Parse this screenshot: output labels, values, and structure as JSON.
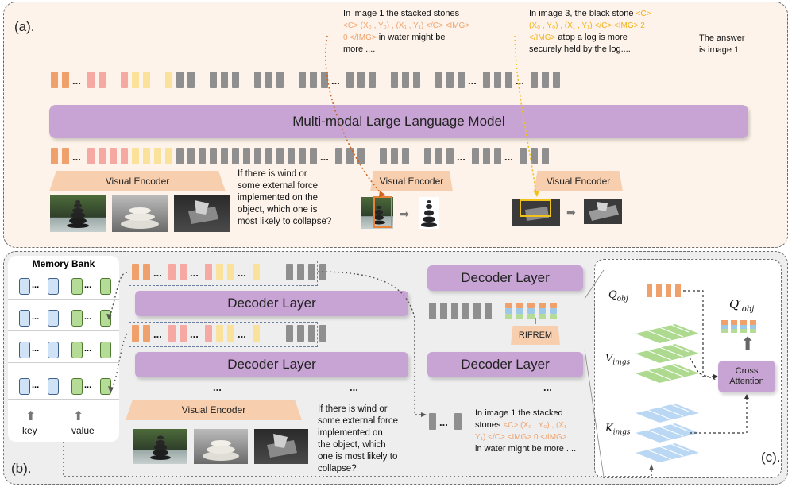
{
  "panel_a": {
    "label": "(a).",
    "mllm_label": "Multi-modal Large Language Model",
    "encoder_label": "Visual Encoder",
    "question": [
      "If there is wind or",
      "some external force",
      "implemented on the",
      "object, which one is",
      "most likely to collapse?"
    ],
    "annot1": {
      "line1": "In image 1 the stacked stones",
      "line2": "<C> (X₀ , Y₀) , (X₁ , Y₁) </C> <IMG>",
      "line3a": "0 </IMG>",
      "line3b": " in water might be",
      "line4": "more ...."
    },
    "annot2": {
      "line1a": "In image 3, the black stone ",
      "line1b": "<C>",
      "line2": "(X₀ , Y₀) , (X₁ , Y₁) </C> <IMG> 2",
      "line3a": "</IMG>",
      "line3b": " atop a log is more",
      "line4": "securely held by the log...."
    },
    "answer": [
      "The  answer",
      "is image 1."
    ],
    "ellipsis": "..."
  },
  "panel_b": {
    "label": "(b).",
    "memory_bank_title": "Memory Bank",
    "key_label": "key",
    "value_label": "value",
    "decoder_label": "Decoder Layer",
    "encoder_label": "Visual Encoder",
    "rifrem_label": "RIFREM",
    "question": [
      "If there is wind or",
      "some external force",
      "implemented on",
      "the object, which",
      "one is most likely to",
      "collapse?"
    ],
    "output": {
      "line1": "In image 1 the stacked",
      "line2a": "stones ",
      "line2b": "<C> (X₀ , Y₀) , (X₁ ,",
      "line3": "Y₁) </C> <IMG> 0 </IMG>",
      "line4": "in water might be more ...."
    },
    "ellipsis": "..."
  },
  "panel_c": {
    "label": "(c).",
    "q_obj": "Q",
    "q_obj_sub": "obj",
    "v_imgs": "V",
    "v_imgs_sub": "imgs",
    "k_imgs": "K",
    "k_imgs_sub": "imgs",
    "q_prime": "Q′",
    "q_prime_sub": "obj",
    "cross_attention": "Cross Attention"
  },
  "colors": {
    "orange": "#f0a06a",
    "pink": "#f6a8a3",
    "yellow": "#fbe29a",
    "gray": "#8f8f8f",
    "purple": "#c7a4d3",
    "blue": "#cfe2f6",
    "green": "#b5dc97"
  }
}
